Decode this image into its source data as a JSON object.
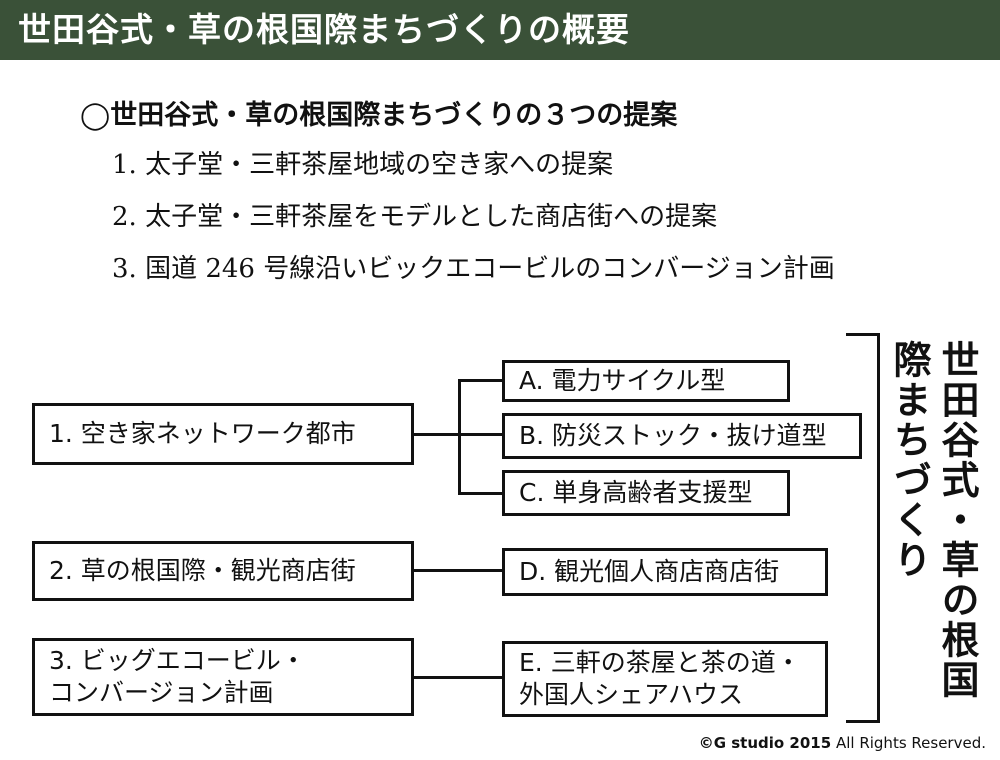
{
  "header": {
    "title": "世田谷式・草の根国際まちづくりの概要",
    "bg_color": "#3a5138"
  },
  "proposals": {
    "heading": "◯世田谷式・草の根国際まちづくりの３つの提案",
    "items": [
      "1. 太子堂・三軒茶屋地域の空き家への提案",
      "2. 太子堂・三軒茶屋をモデルとした商店街への提案",
      "3. 国道 246 号線沿いビックエコービルのコンバージョン計画"
    ]
  },
  "diagram": {
    "left_boxes": [
      "1. 空き家ネットワーク都市",
      "2. 草の根国際・観光商店街",
      "3. ビッグエコービル・\nコンバージョン計画"
    ],
    "right_boxes": [
      "A. 電力サイクル型",
      "B. 防災ストック・抜け道型",
      "C. 単身高齢者支援型",
      "D. 観光個人商店商店街",
      "E. 三軒の茶屋と茶の道・\n外国人シェアハウス"
    ],
    "vertical_title": "世田谷式・草の根国際まちづくり"
  },
  "footer": {
    "copyright_bold": "©G studio 2015",
    "copyright_rest": " All Rights Reserved."
  }
}
